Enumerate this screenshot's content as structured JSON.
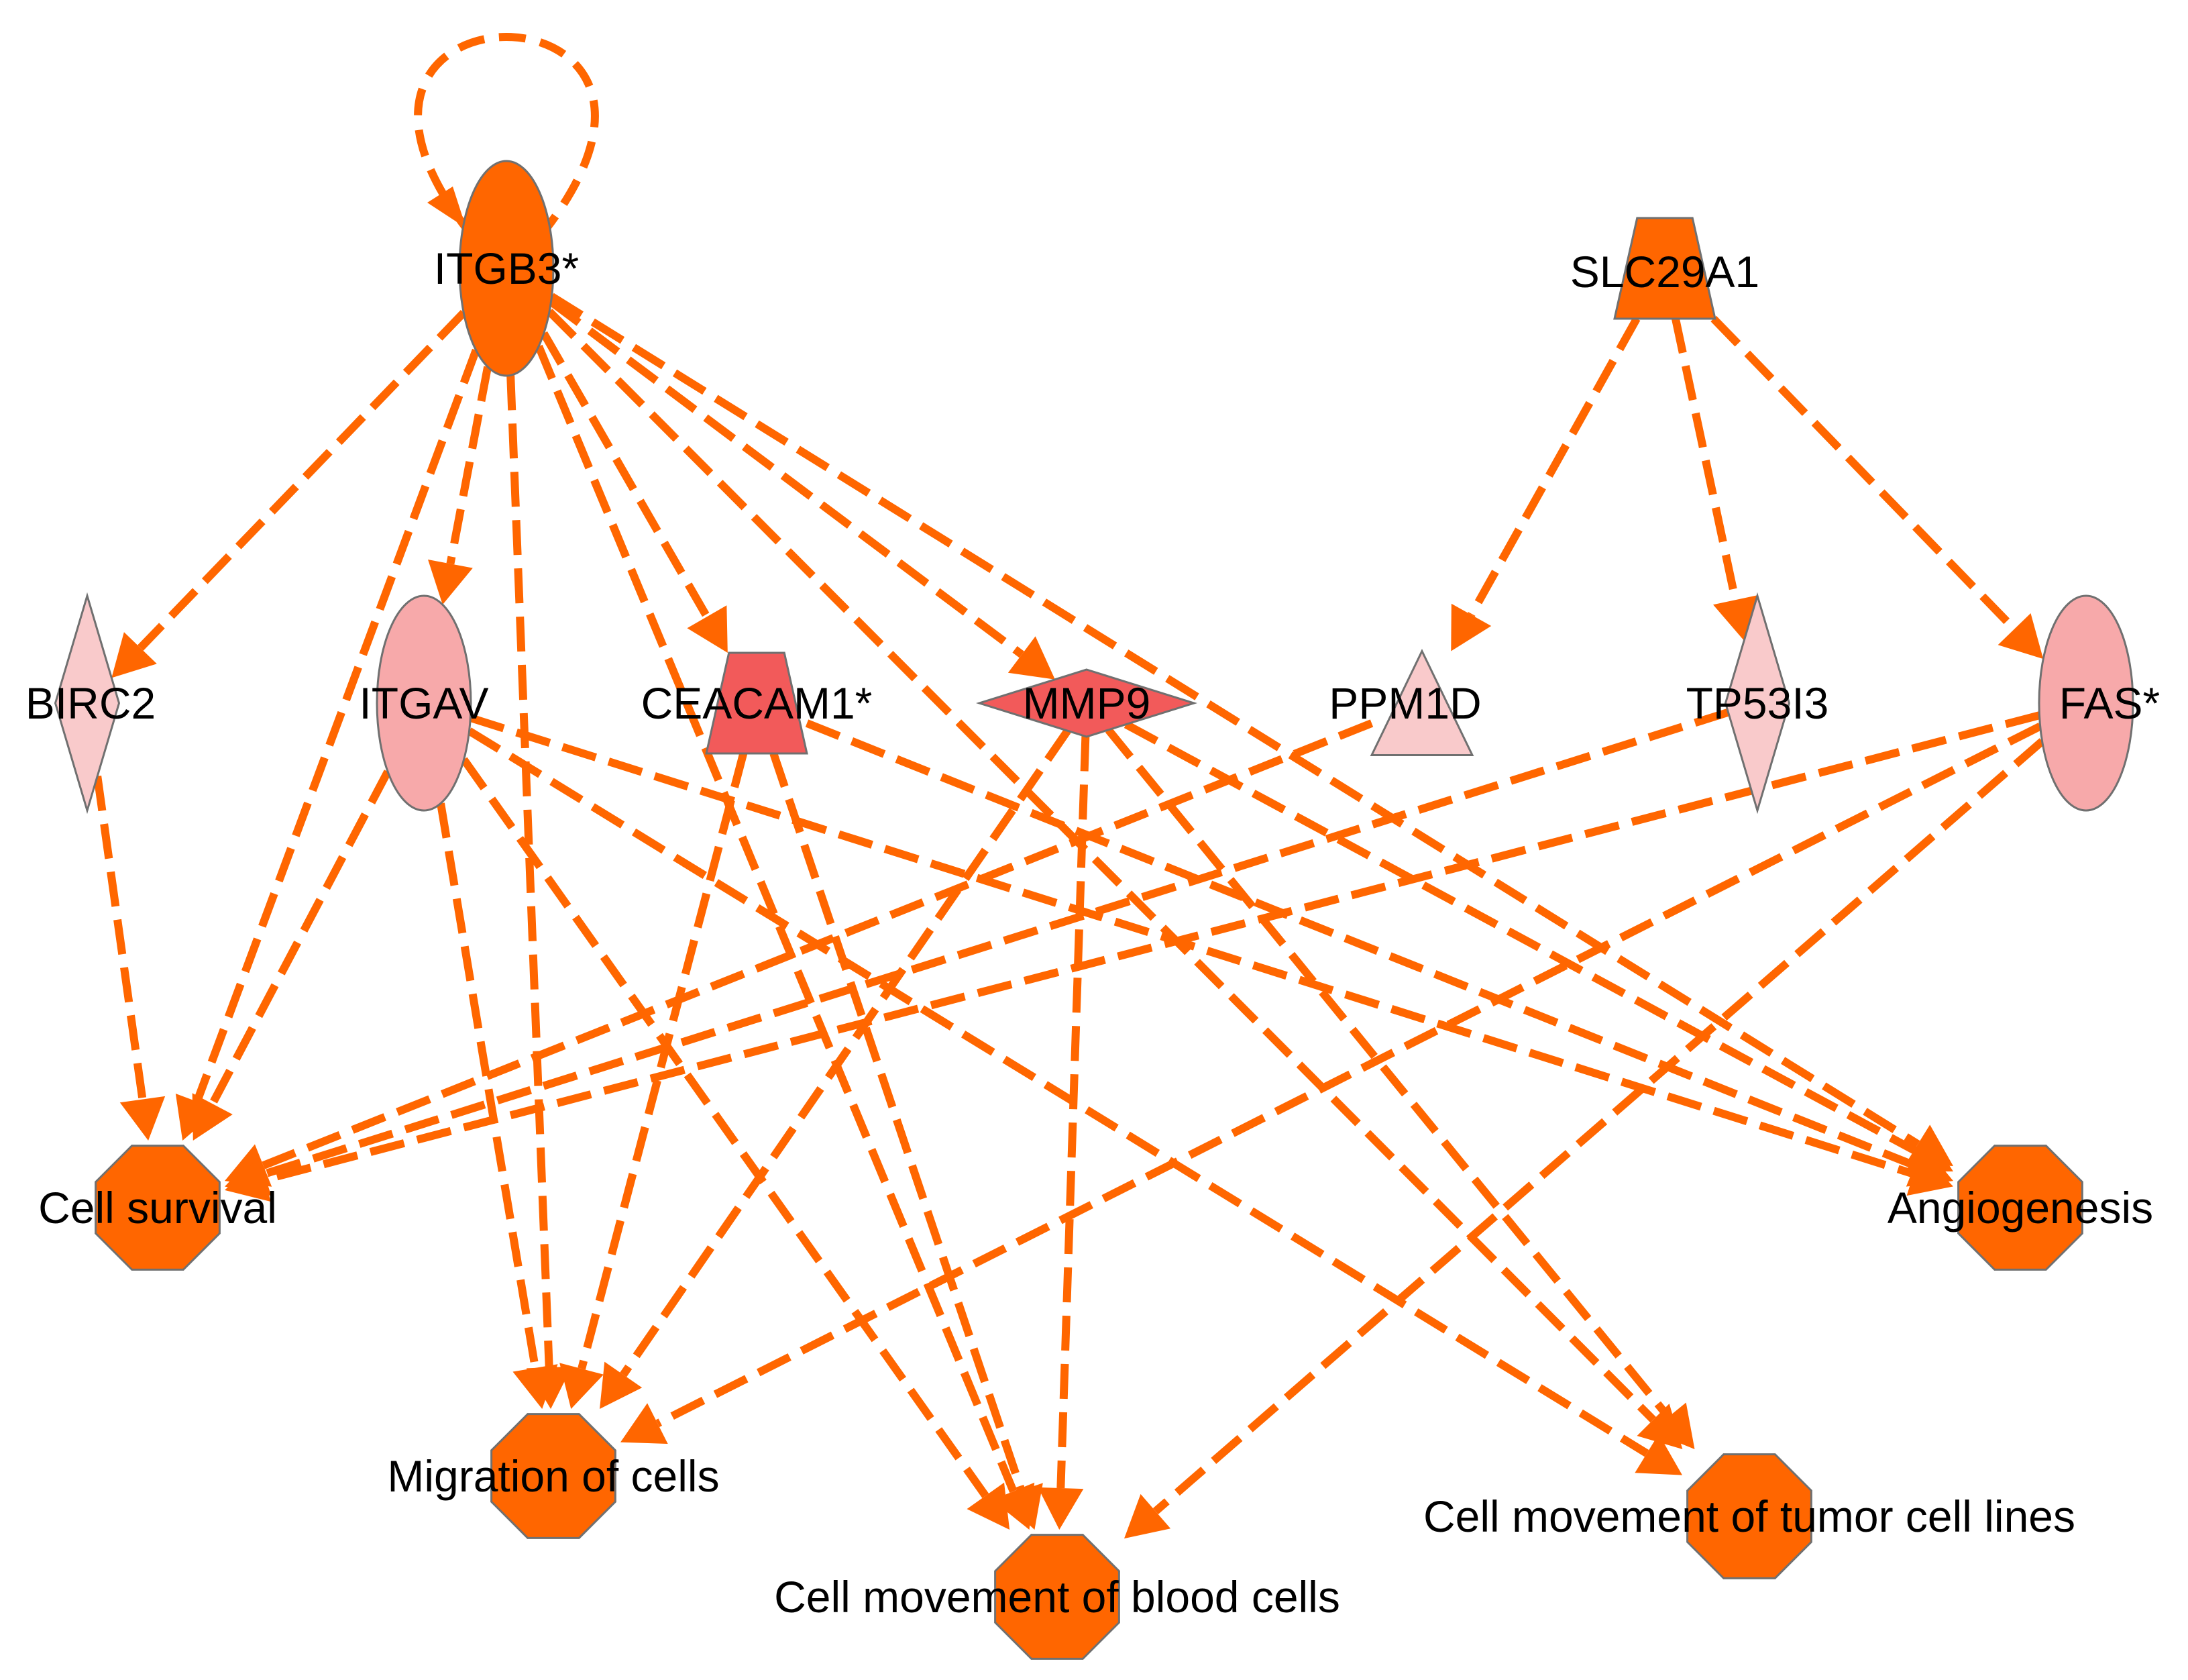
{
  "colors": {
    "edge": "#FF6600",
    "upstream_node": "#FF6600",
    "function_node": "#FF6600",
    "high_expression": "#F25A5A",
    "medium_expression": "#F7A9AA",
    "low_expression": "#F9CACB",
    "node_outline": "#707070"
  },
  "nodes": [
    {
      "id": "ITGB3",
      "label": "ITGB3*",
      "shape": "ellipse",
      "color_key": "upstream_node"
    },
    {
      "id": "SLC29A1",
      "label": "SLC29A1",
      "shape": "trapezoid",
      "color_key": "upstream_node"
    },
    {
      "id": "BIRC2",
      "label": "BIRC2",
      "shape": "diamond-tall",
      "color_key": "low_expression"
    },
    {
      "id": "ITGAV",
      "label": "ITGAV",
      "shape": "ellipse",
      "color_key": "medium_expression"
    },
    {
      "id": "CEACAM1",
      "label": "CEACAM1*",
      "shape": "trapezoid",
      "color_key": "high_expression"
    },
    {
      "id": "MMP9",
      "label": "MMP9",
      "shape": "diamond-wide",
      "color_key": "high_expression"
    },
    {
      "id": "PPM1D",
      "label": "PPM1D",
      "shape": "triangle",
      "color_key": "low_expression"
    },
    {
      "id": "TP53I3",
      "label": "TP53I3",
      "shape": "diamond-tall",
      "color_key": "low_expression"
    },
    {
      "id": "FAS",
      "label": "FAS*",
      "shape": "ellipse",
      "color_key": "medium_expression"
    },
    {
      "id": "CELL_SURVIVAL",
      "label": "Cell survival",
      "shape": "octagon",
      "color_key": "function_node"
    },
    {
      "id": "ANGIOGENESIS",
      "label": "Angiogenesis",
      "shape": "octagon",
      "color_key": "function_node"
    },
    {
      "id": "MIGRATION",
      "label": "Migration of cells",
      "shape": "octagon",
      "color_key": "function_node"
    },
    {
      "id": "BLOOD_CELLS",
      "label": "Cell movement of blood cells",
      "shape": "octagon",
      "color_key": "function_node"
    },
    {
      "id": "TUMOR_LINES",
      "label": "Cell movement of tumor cell lines",
      "shape": "octagon",
      "color_key": "function_node"
    }
  ],
  "edges": [
    {
      "from": "ITGB3",
      "to": "ITGB3",
      "style": "dashed",
      "arrow": true
    },
    {
      "from": "ITGB3",
      "to": "BIRC2",
      "style": "dashed",
      "arrow": true
    },
    {
      "from": "ITGB3",
      "to": "ITGAV",
      "style": "dashed",
      "arrow": true
    },
    {
      "from": "ITGB3",
      "to": "CEACAM1",
      "style": "dashed",
      "arrow": true
    },
    {
      "from": "ITGB3",
      "to": "MMP9",
      "style": "dashed",
      "arrow": true
    },
    {
      "from": "ITGB3",
      "to": "CELL_SURVIVAL",
      "style": "dashed",
      "arrow": true
    },
    {
      "from": "ITGB3",
      "to": "MIGRATION",
      "style": "dashed",
      "arrow": true
    },
    {
      "from": "ITGB3",
      "to": "BLOOD_CELLS",
      "style": "dashed",
      "arrow": true
    },
    {
      "from": "ITGB3",
      "to": "ANGIOGENESIS",
      "style": "dashed",
      "arrow": true
    },
    {
      "from": "ITGB3",
      "to": "TUMOR_LINES",
      "style": "dashed",
      "arrow": true
    },
    {
      "from": "SLC29A1",
      "to": "PPM1D",
      "style": "dashed",
      "arrow": true
    },
    {
      "from": "SLC29A1",
      "to": "TP53I3",
      "style": "dashed",
      "arrow": true
    },
    {
      "from": "SLC29A1",
      "to": "FAS",
      "style": "dashed",
      "arrow": true
    },
    {
      "from": "BIRC2",
      "to": "CELL_SURVIVAL",
      "style": "dashed",
      "arrow": true
    },
    {
      "from": "ITGAV",
      "to": "CELL_SURVIVAL",
      "style": "dashed",
      "arrow": true
    },
    {
      "from": "ITGAV",
      "to": "MIGRATION",
      "style": "dashed",
      "arrow": true
    },
    {
      "from": "ITGAV",
      "to": "BLOOD_CELLS",
      "style": "dashed",
      "arrow": true
    },
    {
      "from": "ITGAV",
      "to": "ANGIOGENESIS",
      "style": "dashed",
      "arrow": true
    },
    {
      "from": "ITGAV",
      "to": "TUMOR_LINES",
      "style": "dashed",
      "arrow": true
    },
    {
      "from": "CEACAM1",
      "to": "MIGRATION",
      "style": "dashed",
      "arrow": true
    },
    {
      "from": "CEACAM1",
      "to": "BLOOD_CELLS",
      "style": "dashed",
      "arrow": true
    },
    {
      "from": "CEACAM1",
      "to": "ANGIOGENESIS",
      "style": "dashed",
      "arrow": true
    },
    {
      "from": "MMP9",
      "to": "MIGRATION",
      "style": "dashed",
      "arrow": true
    },
    {
      "from": "MMP9",
      "to": "BLOOD_CELLS",
      "style": "dashed",
      "arrow": true
    },
    {
      "from": "MMP9",
      "to": "ANGIOGENESIS",
      "style": "dashed",
      "arrow": true
    },
    {
      "from": "MMP9",
      "to": "TUMOR_LINES",
      "style": "dashed",
      "arrow": true
    },
    {
      "from": "PPM1D",
      "to": "CELL_SURVIVAL",
      "style": "dashed",
      "arrow": true
    },
    {
      "from": "TP53I3",
      "to": "CELL_SURVIVAL",
      "style": "dashed",
      "arrow": true
    },
    {
      "from": "FAS",
      "to": "CELL_SURVIVAL",
      "style": "dashed",
      "arrow": true
    },
    {
      "from": "FAS",
      "to": "MIGRATION",
      "style": "dashed",
      "arrow": true
    },
    {
      "from": "FAS",
      "to": "BLOOD_CELLS",
      "style": "dashed",
      "arrow": true
    }
  ]
}
